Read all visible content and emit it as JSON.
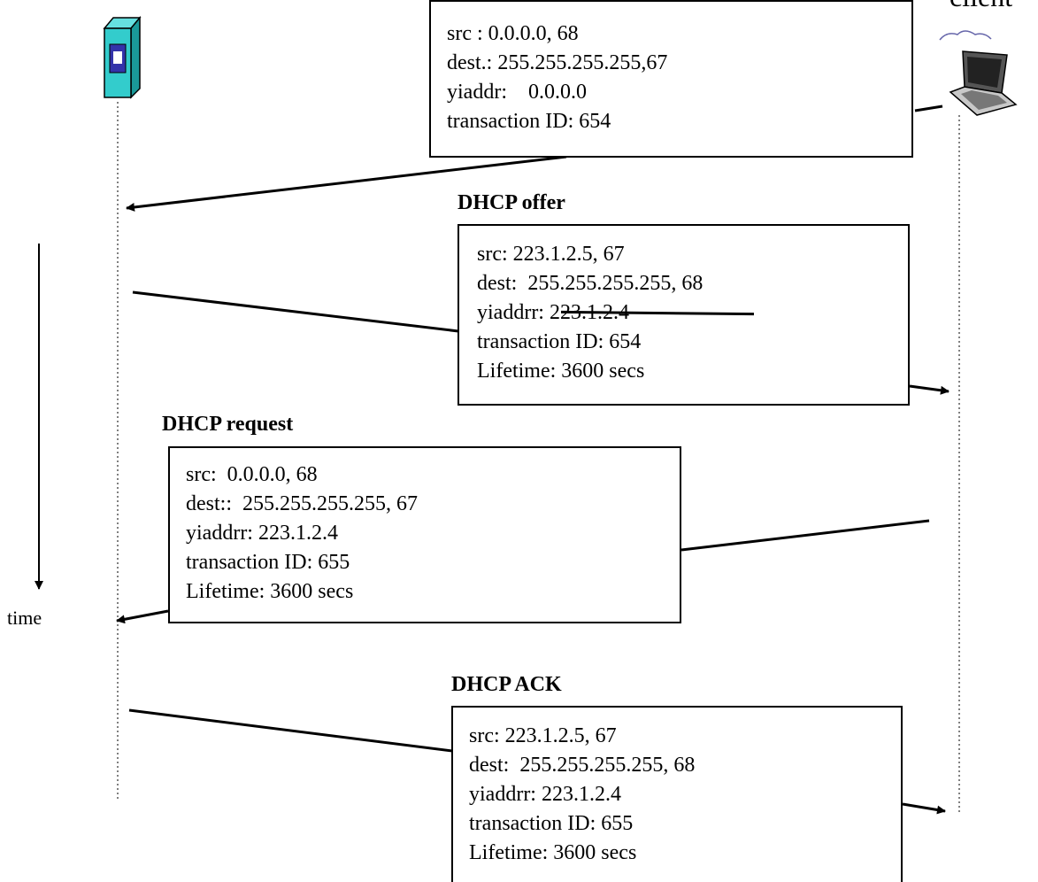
{
  "client_label": "client",
  "time_label": "time",
  "messages": {
    "discover": {
      "lines": [
        "src : 0.0.0.0, 68",
        "dest.: 255.255.255.255,67",
        "yiaddr:    0.0.0.0",
        "transaction ID: 654"
      ]
    },
    "offer": {
      "title": "DHCP offer",
      "lines": [
        "src: 223.1.2.5, 67",
        "dest:  255.255.255.255, 68",
        "yiaddrr: ",
        "transaction ID: 654",
        "Lifetime: 3600 secs"
      ],
      "struck_address": "223.1.2.4"
    },
    "request": {
      "title": "DHCP request",
      "lines": [
        "src:  0.0.0.0, 68",
        "dest::  255.255.255.255, 67",
        "yiaddrr: 223.1.2.4",
        "transaction ID: 655",
        "Lifetime: 3600 secs"
      ]
    },
    "ack": {
      "title": "DHCP ACK",
      "lines": [
        "src: 223.1.2.5, 67",
        "dest:  255.255.255.255, 68",
        "yiaddrr: 223.1.2.4",
        "transaction ID: 655",
        "Lifetime: 3600 secs"
      ]
    }
  },
  "icons": {
    "server": "server-icon",
    "client": "laptop-icon"
  },
  "colors": {
    "server_body": "#33cccc",
    "server_screen": "#3333aa",
    "laptop_body": "#c8c8c8"
  }
}
